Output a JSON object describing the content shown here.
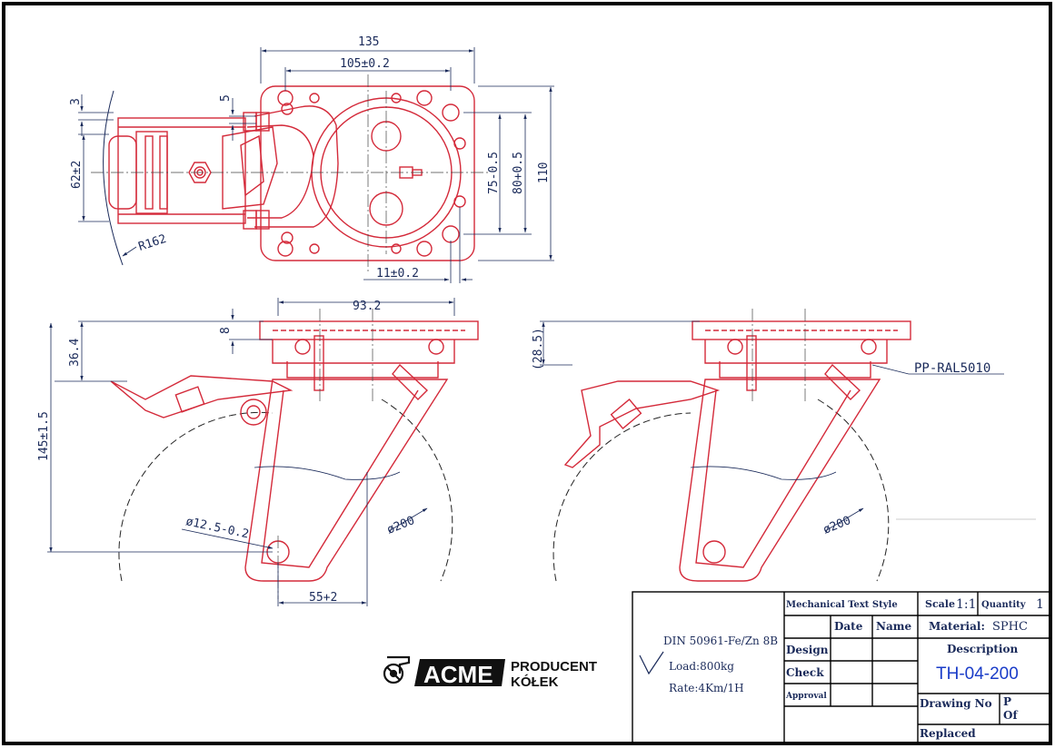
{
  "top_view": {
    "dims": {
      "d135": "135",
      "d105": "105±0.2",
      "d3": "3",
      "d5": "5",
      "d62": "62±2",
      "d75": "75-0.5",
      "d80": "80+0.5",
      "d110": "110",
      "r162": "R162",
      "d11": "11±0.2"
    }
  },
  "side_view_left": {
    "dims": {
      "d93": "93.2",
      "d8": "8",
      "d36": "36.4",
      "d145": "145±1.5",
      "d12": "ø12.5-0.2",
      "d200": "ø200",
      "d55": "55+2"
    }
  },
  "side_view_right": {
    "dims": {
      "d28": "(28.5)",
      "d200": "ø200"
    },
    "material_note": "PP-RAL5010"
  },
  "logo": {
    "brand": "ACME",
    "line1": "PRODUCENT",
    "line2": "KÓŁEK"
  },
  "title_block": {
    "spec": "DIN 50961-Fe/Zn 8B",
    "load": "Load:800kg",
    "rate": "Rate:4Km/1H",
    "text_style": "Mechanical Text Style",
    "date": "Date",
    "name": "Name",
    "design": "Design",
    "check": "Check",
    "approval": "Approval",
    "scale_label": "Scale",
    "scale_value": "1:1",
    "quantity_label": "Quantity",
    "quantity_value": "1",
    "material_label": "Material:",
    "material_value": "SPHC",
    "description_label": "Description",
    "part_number": "TH-04-200",
    "drawing_no": "Drawing No",
    "p": "P",
    "of": "Of",
    "replaced": "Replaced"
  },
  "colors": {
    "part_line": "#d42a3a",
    "dim_line": "#1a2a5a",
    "border": "#000000",
    "part_number": "#1a3cc8"
  }
}
